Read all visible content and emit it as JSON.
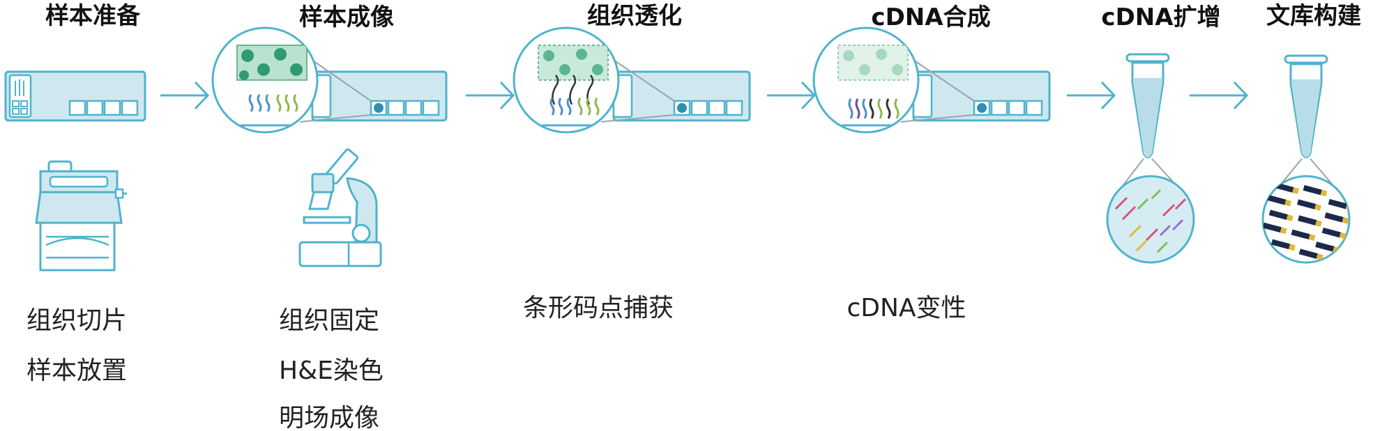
{
  "steps": [
    {
      "title": "样本准备",
      "descriptions": [
        "组织切片",
        "样本放置"
      ]
    },
    {
      "title": "样本成像",
      "descriptions": [
        "组织固定",
        "H&E染色",
        "明场成像"
      ]
    },
    {
      "title": "组织透化",
      "descriptions": [
        "条形码点捕获"
      ]
    },
    {
      "title": "cDNA合成",
      "descriptions": [
        "cDNA变性"
      ]
    },
    {
      "title": "cDNA扩增",
      "descriptions": []
    },
    {
      "title": "文库构建",
      "descriptions": []
    }
  ],
  "colors": {
    "accent": "#4fb3cc",
    "slide_fill": "#cfe8f0",
    "cell_green": "#2f9a74",
    "tissue_bg": "#b9e2cf"
  }
}
